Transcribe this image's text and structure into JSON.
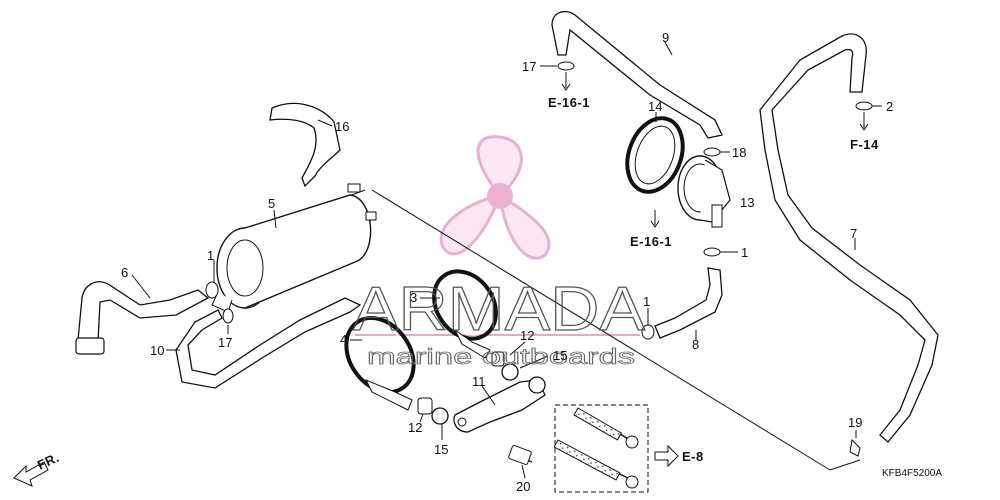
{
  "callouts": {
    "c1": "1",
    "c1b": "1",
    "c1c": "1",
    "c2": "2",
    "c3": "3",
    "c4": "4",
    "c5": "5",
    "c6": "6",
    "c7": "7",
    "c8": "8",
    "c9": "9",
    "c10": "10",
    "c11": "11",
    "c12": "12",
    "c12b": "12",
    "c13": "13",
    "c14": "14",
    "c15": "15",
    "c15b": "15",
    "c16": "16",
    "c17": "17",
    "c17b": "17",
    "c18": "18",
    "c19": "19",
    "c20": "20"
  },
  "references": {
    "e16_top": "E-16-1",
    "e16_mid": "E-16-1",
    "f14": "F-14",
    "e8": "E-8",
    "front": "FR."
  },
  "diagram_code": "KFB4F5200A",
  "watermark": {
    "brand": "ARMADA",
    "tagline": "marine outboards",
    "color": "#e7a8cc"
  }
}
